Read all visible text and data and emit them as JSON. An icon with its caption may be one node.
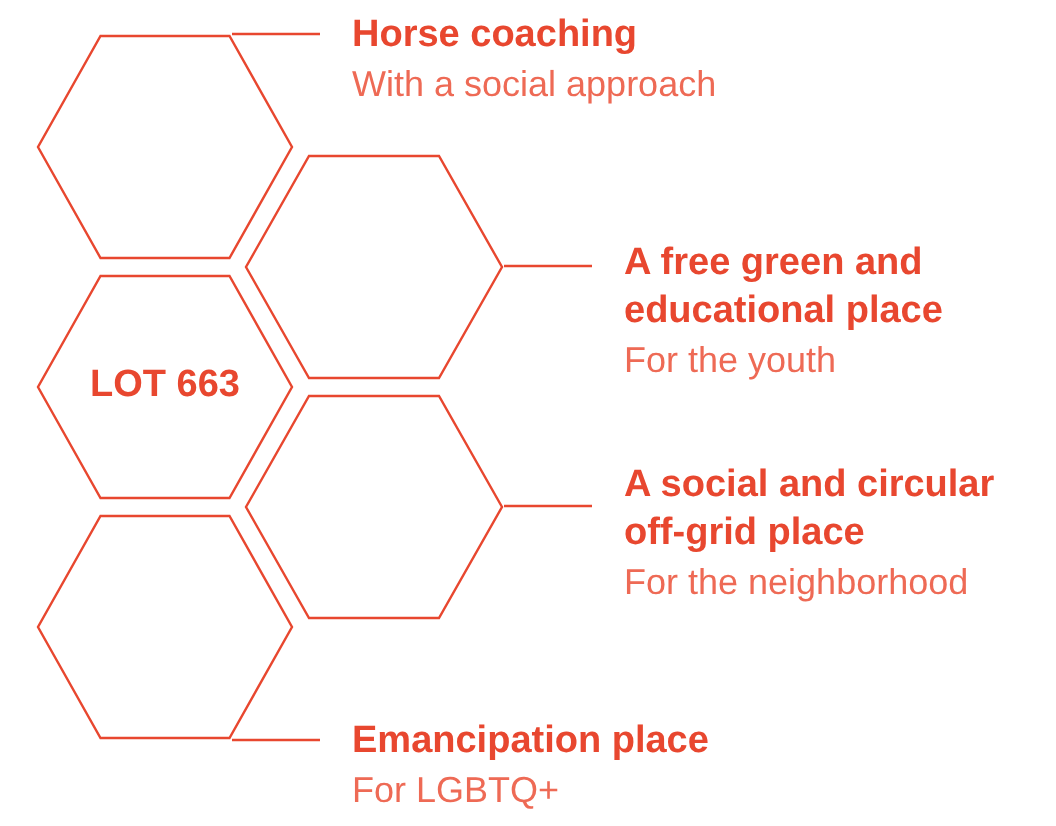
{
  "diagram": {
    "nodes": [
      {
        "text": [],
        "shape": "hexagon"
      },
      {
        "text": [
          "Horse coaching",
          "With a social approach"
        ]
      },
      {
        "text": [],
        "shape": "hexagon"
      },
      {
        "text": [
          "A free green and educational place",
          "For the youth"
        ]
      },
      {
        "text": [
          "LOT 663"
        ]
      },
      {
        "text": [],
        "shape": "hexagon"
      },
      {
        "text": [
          "A social and circular off-grid place",
          "For the neighborhood"
        ]
      },
      {
        "text": [],
        "shape": "hexagon"
      },
      {
        "text": [
          "Emancipation place",
          "For LGBTQ+"
        ]
      }
    ],
    "edges": [
      {
        "from": 0,
        "to": 1,
        "arrow": "none"
      },
      {
        "from": 2,
        "to": 3,
        "arrow": "none"
      },
      {
        "from": 5,
        "to": 6,
        "arrow": "none"
      },
      {
        "from": 7,
        "to": 8,
        "arrow": "none"
      }
    ]
  }
}
